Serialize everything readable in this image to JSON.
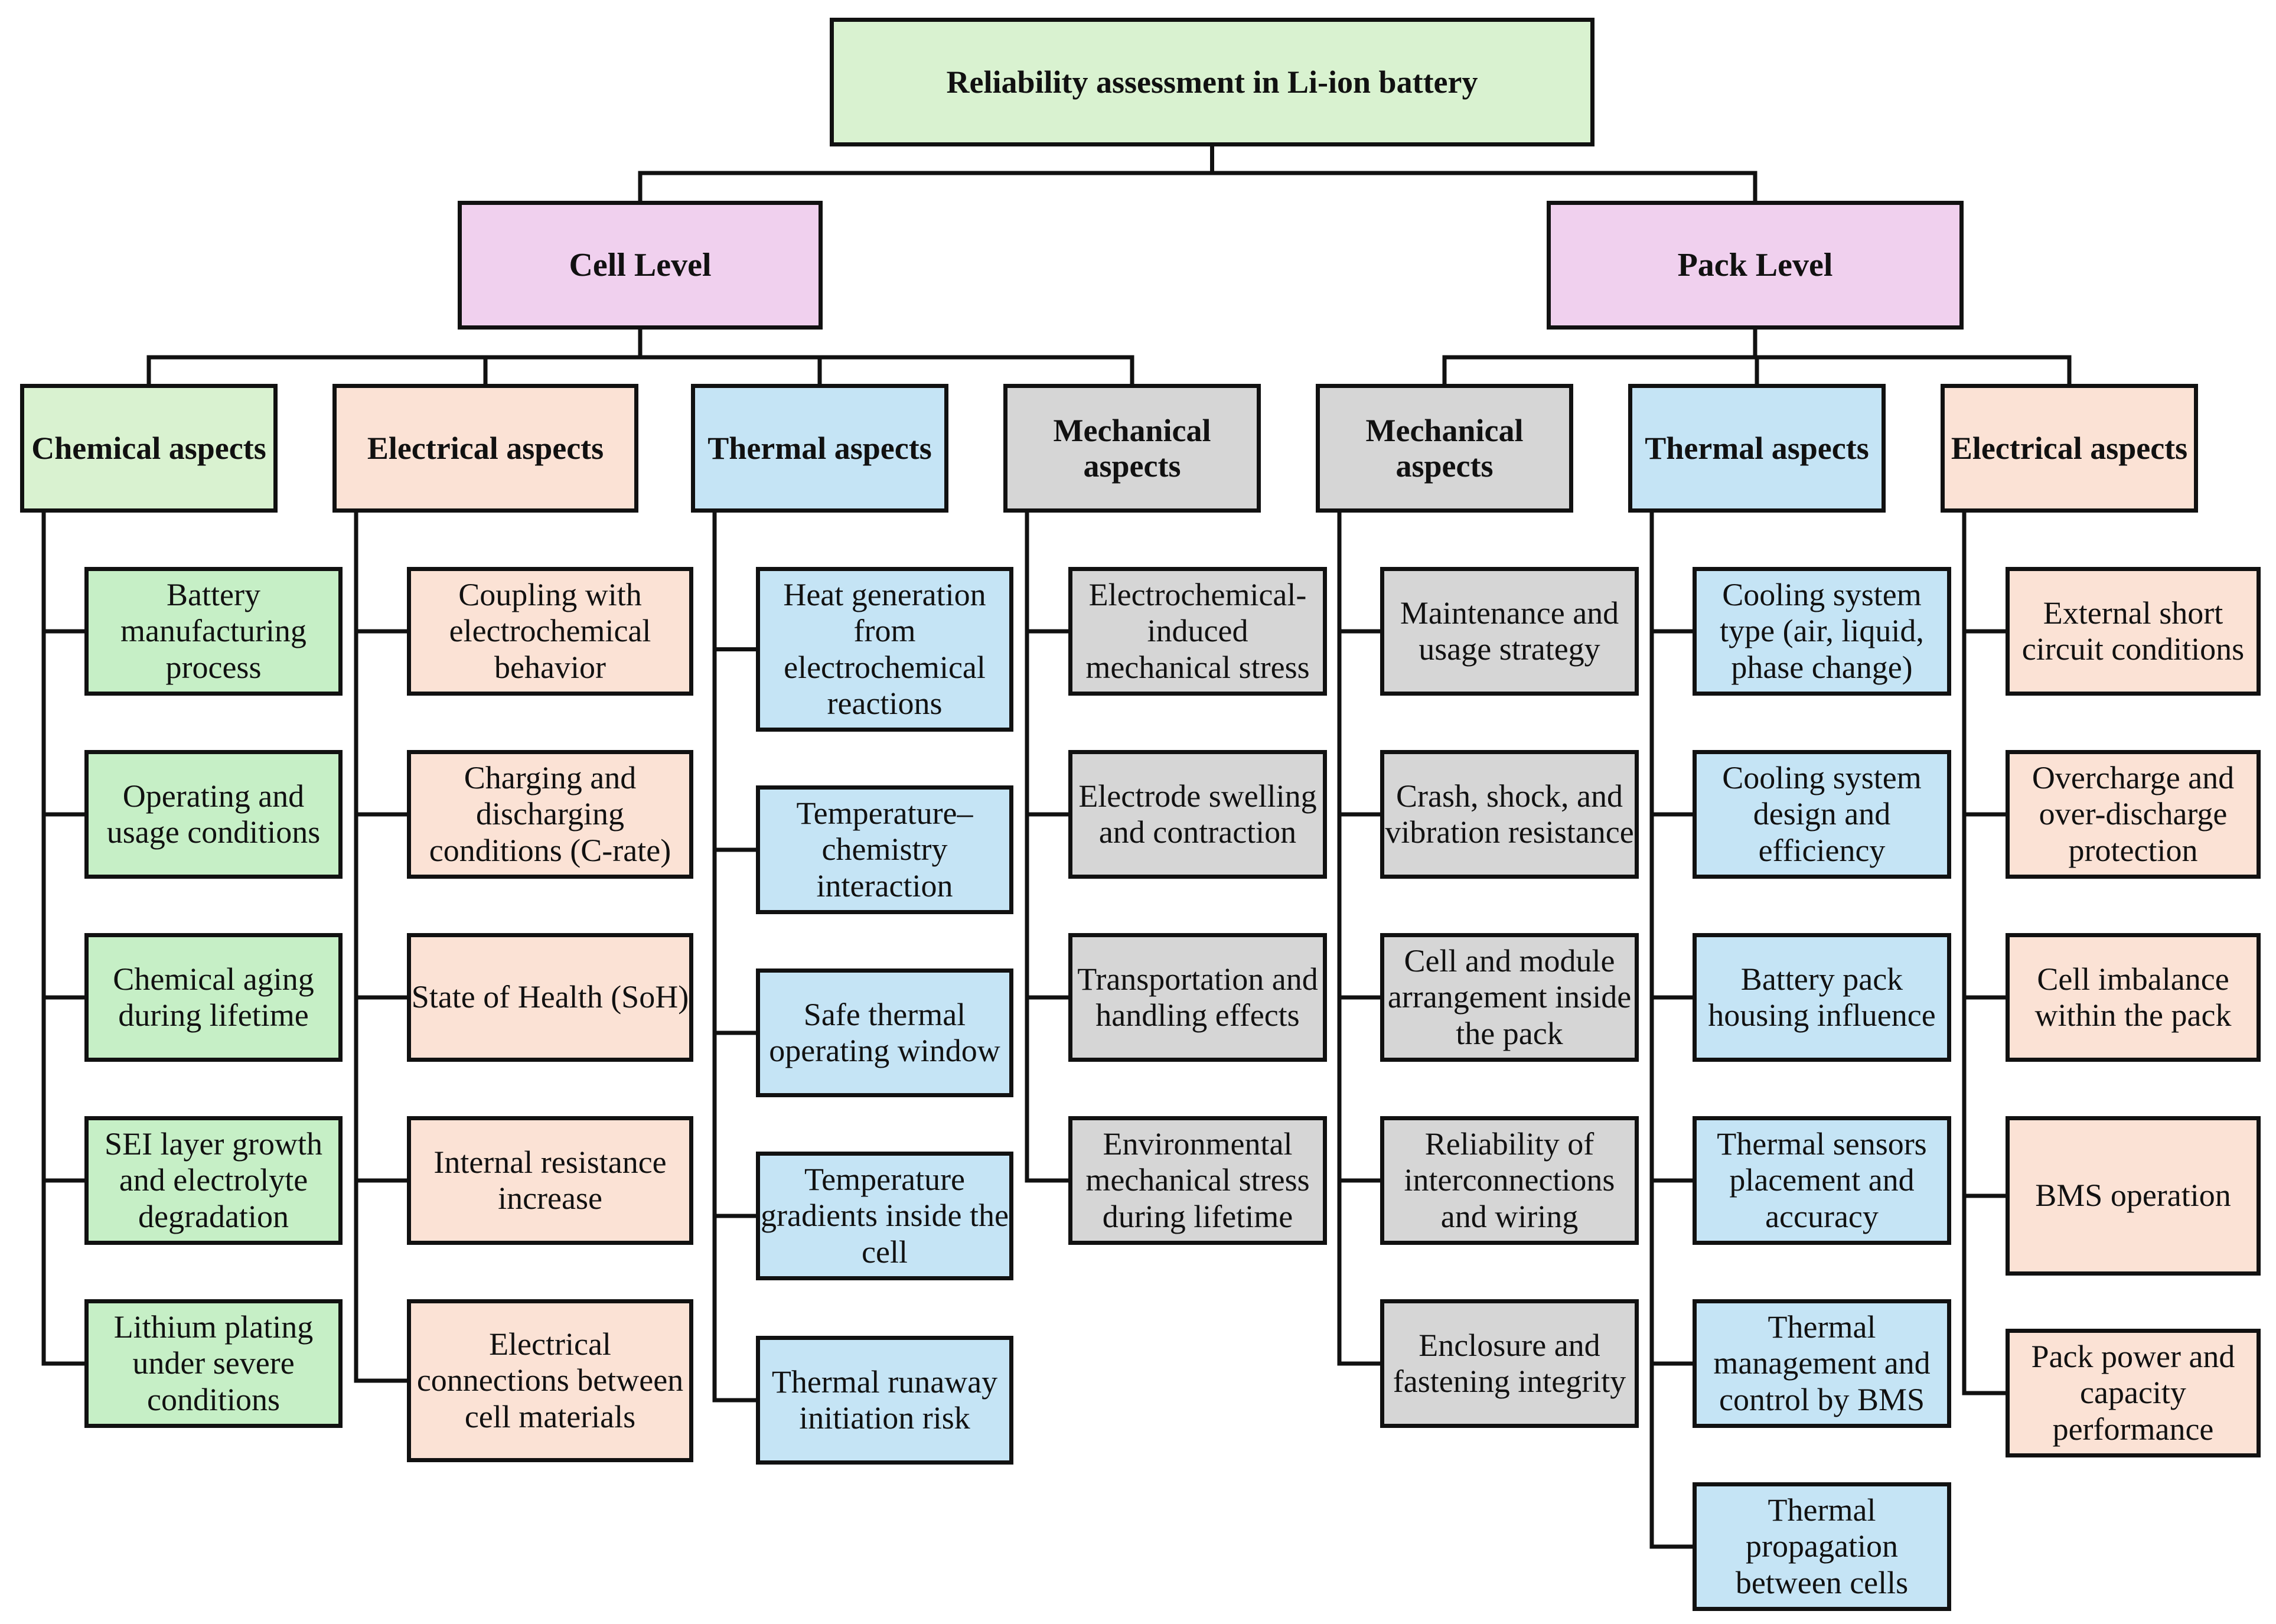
{
  "colors": {
    "green": "#d9f2d0",
    "leaf_green": "#c6efc6",
    "pink": "#f0d0ee",
    "peach": "#fbe2d5",
    "blue": "#c5e4f5",
    "gray": "#d6d6d6",
    "line": "#111111"
  },
  "root": {
    "title": "Reliability assessment in Li-ion battery"
  },
  "levels": [
    {
      "label": "Cell Level"
    },
    {
      "label": "Pack Level"
    }
  ],
  "columns": [
    {
      "level": 0,
      "category": "chemical",
      "label": "Chemical aspects",
      "items": [
        "Battery manufacturing process",
        "Operating and usage conditions",
        "Chemical aging during lifetime",
        "SEI layer growth and electrolyte degradation",
        "Lithium plating under severe conditions"
      ]
    },
    {
      "level": 0,
      "category": "electrical",
      "label": "Electrical aspects",
      "items": [
        "Coupling with electrochemical behavior",
        "Charging and discharging conditions (C-rate)",
        "State of Health (SoH)",
        "Internal resistance increase",
        "Electrical connections between cell materials"
      ]
    },
    {
      "level": 0,
      "category": "thermal",
      "label": "Thermal aspects",
      "items": [
        "Heat generation from electrochemical reactions",
        "Temperature–chemistry interaction",
        "Safe thermal operating window",
        "Temperature gradients inside the cell",
        "Thermal runaway initiation risk"
      ]
    },
    {
      "level": 0,
      "category": "mechanical",
      "label": "Mechanical aspects",
      "items": [
        "Electrochemical-induced mechanical stress",
        "Electrode swelling and contraction",
        "Transportation and handling effects",
        "Environmental mechanical stress during lifetime"
      ]
    },
    {
      "level": 1,
      "category": "mechanical",
      "label": "Mechanical aspects",
      "items": [
        "Maintenance and usage strategy",
        "Crash, shock, and vibration resistance",
        "Cell and module arrangement inside the pack",
        "Reliability of interconnections and wiring",
        "Enclosure and fastening integrity"
      ]
    },
    {
      "level": 1,
      "category": "thermal",
      "label": "Thermal aspects",
      "items": [
        "Cooling system type (air, liquid, phase change)",
        "Cooling system design and efficiency",
        "Battery pack housing influence",
        "Thermal sensors placement and accuracy",
        "Thermal management and control by BMS",
        "Thermal propagation between cells"
      ]
    },
    {
      "level": 1,
      "category": "electrical",
      "label": "Electrical aspects",
      "items": [
        "External short circuit conditions",
        "Overcharge and over-discharge protection",
        "Cell imbalance within the pack",
        "BMS operation",
        "Pack power and capacity performance"
      ]
    }
  ]
}
